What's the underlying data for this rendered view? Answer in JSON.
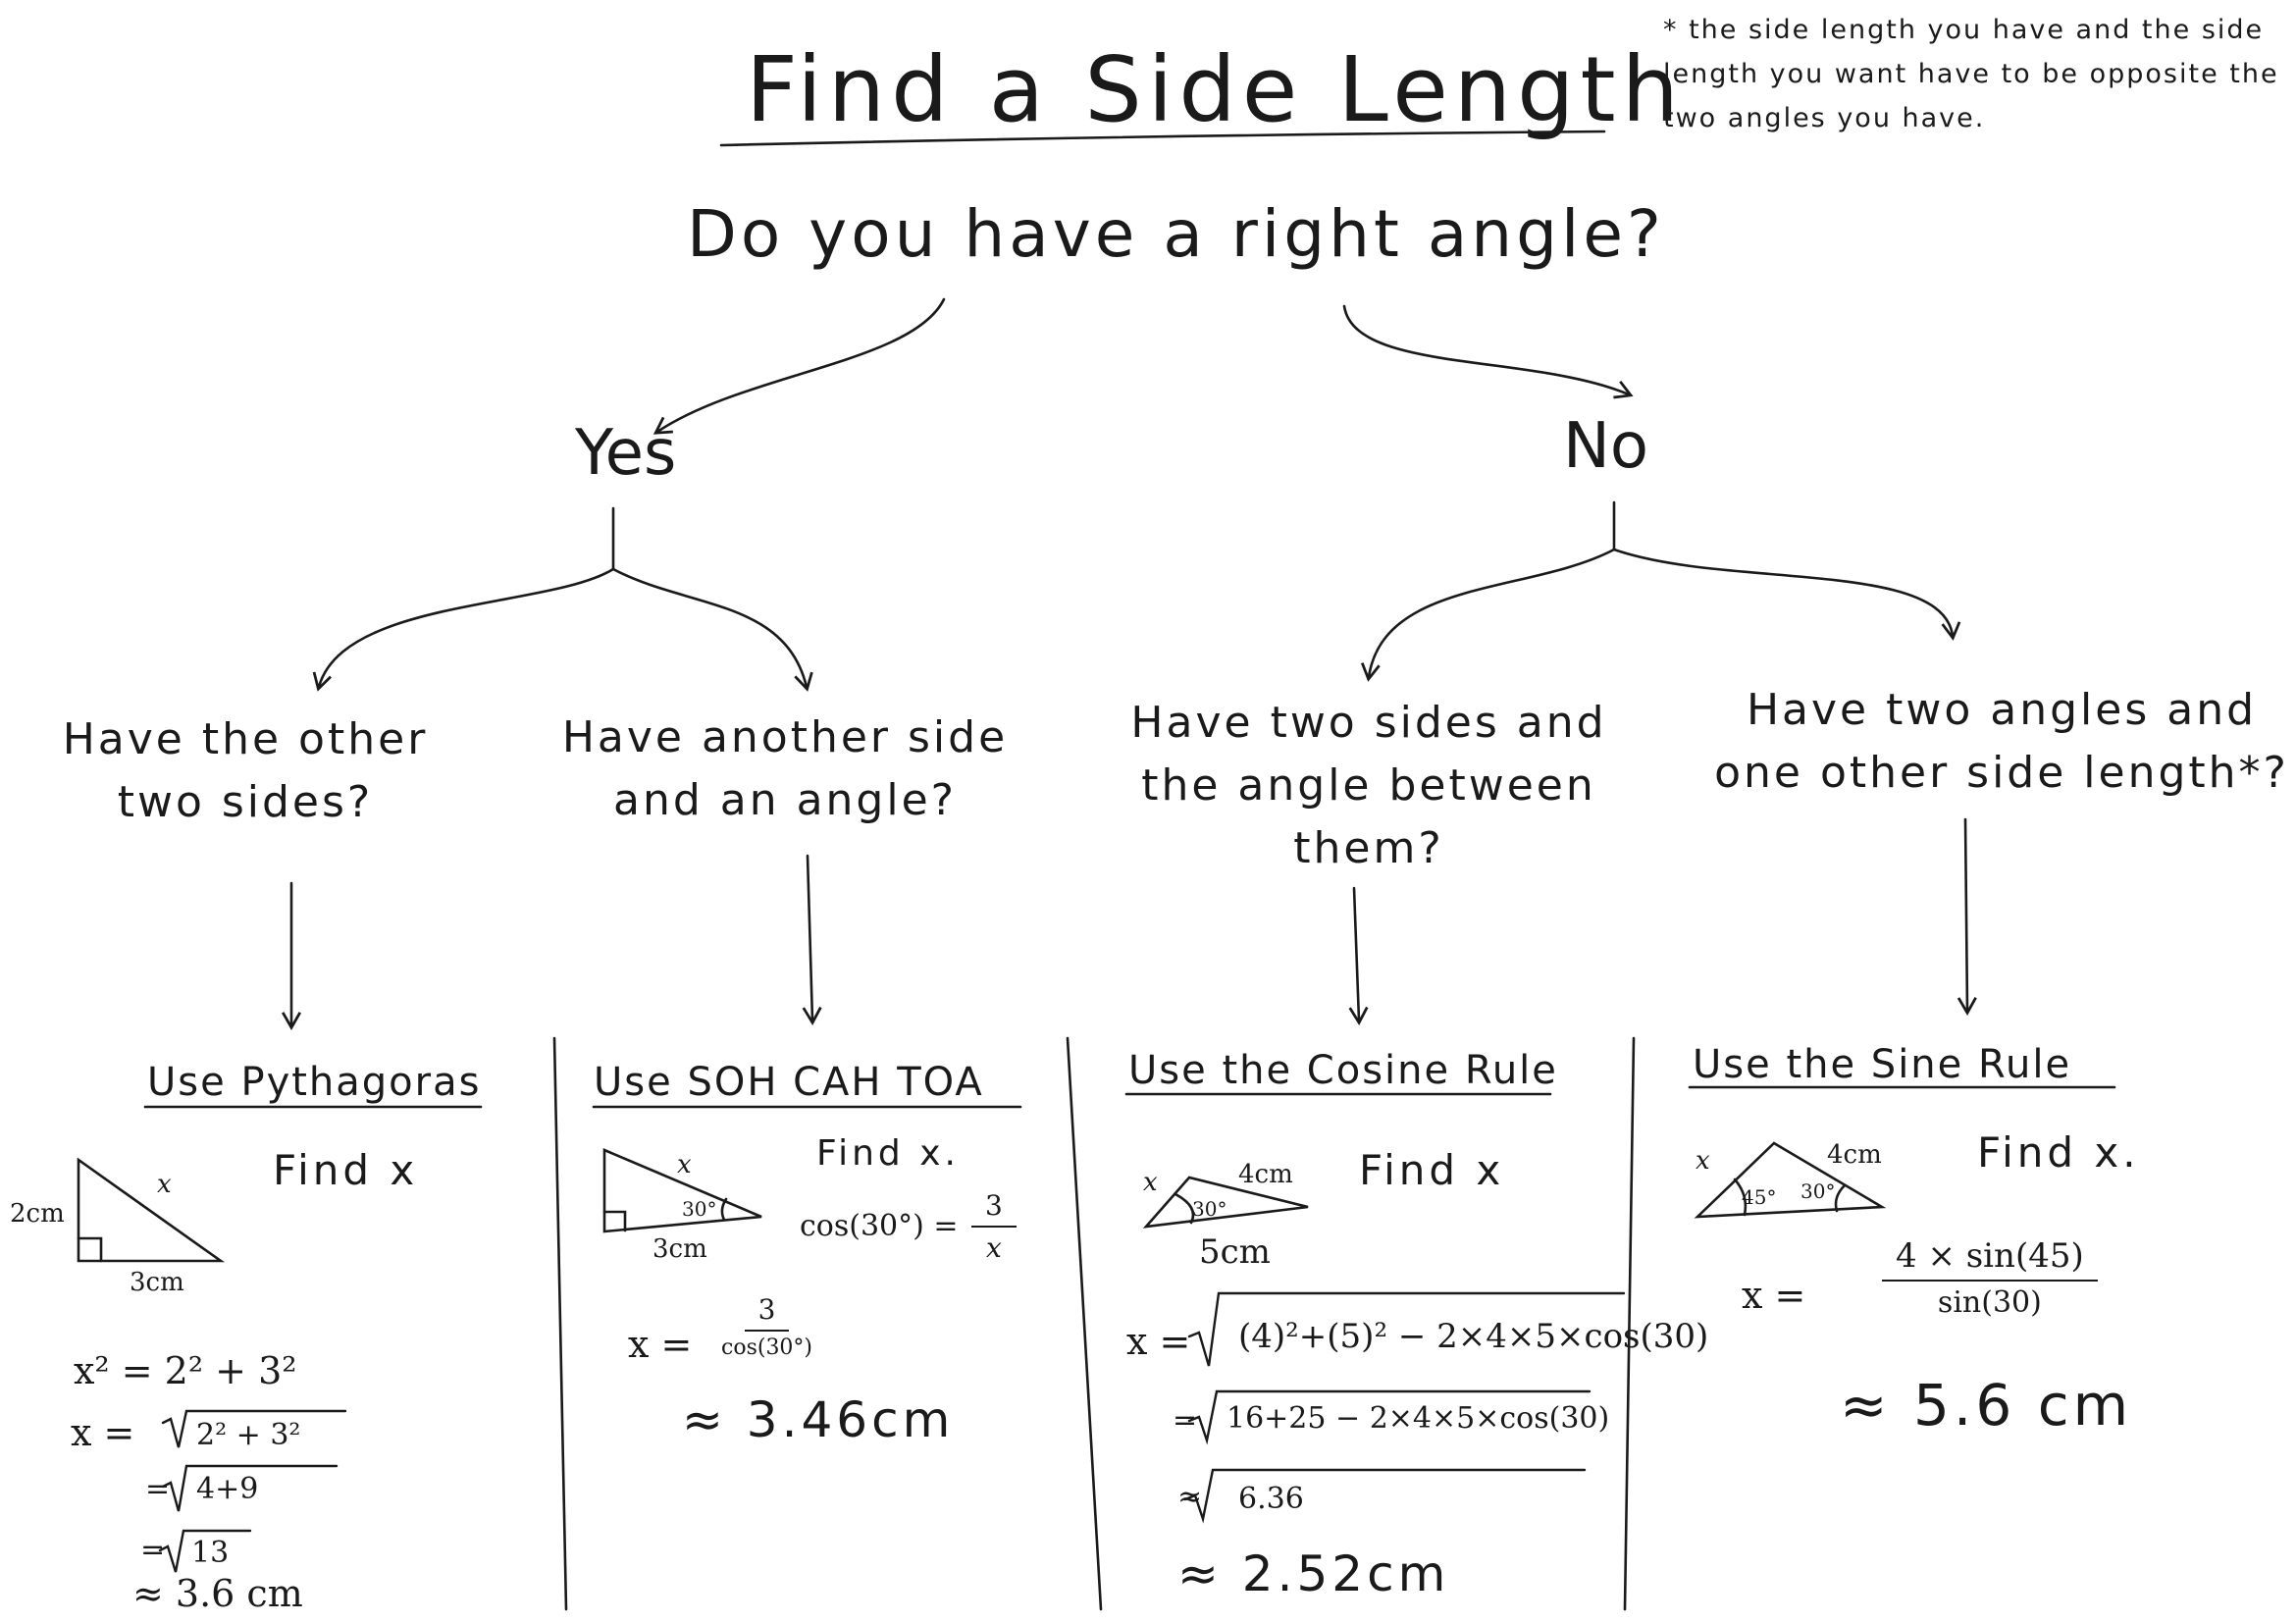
{
  "title": "Find a Side Length",
  "footnote": "* the side length you have and the side length you want have to be opposite the two angles you have.",
  "question": "Do you have a right angle?",
  "answers": {
    "yes": "Yes",
    "no": "No"
  },
  "branches": [
    {
      "condition": "Have the other two sides?",
      "method": "Use Pythagoras",
      "task": "Find x",
      "diagram": {
        "side_a": "2cm",
        "side_b": "3cm",
        "hypotenuse": "x"
      },
      "working": [
        "x² = 2² + 3²",
        "x =",
        "2² + 3²",
        "=",
        "4+9",
        "=",
        "13",
        "≈ 3.6 cm"
      ]
    },
    {
      "condition": "Have another side and an angle?",
      "method": "Use SOH CAH TOA",
      "task": "Find x.",
      "diagram": {
        "side": "3cm",
        "angle": "30°",
        "unknown": "x"
      },
      "equation": {
        "lhs": "cos(30°) =",
        "num": "3",
        "den": "x"
      },
      "working": {
        "lhs": "x =",
        "num": "3",
        "den": "cos(30°)",
        "result": "≈ 3.46cm"
      }
    },
    {
      "condition": "Have two sides and the angle between them?",
      "method": "Use the Cosine Rule",
      "task": "Find x",
      "diagram": {
        "side_a": "4cm",
        "side_b": "5cm",
        "angle": "30°",
        "unknown": "x"
      },
      "working": [
        "x =",
        "(4)²+(5)² − 2×4×5×cos(30)",
        "=",
        "16+25 − 2×4×5×cos(30)",
        "≈",
        "6.36",
        "≈ 2.52cm"
      ]
    },
    {
      "condition": "Have two angles and one other side length*?",
      "method": "Use the Sine Rule",
      "task": "Find x.",
      "diagram": {
        "side": "4cm",
        "angle_a": "45°",
        "angle_b": "30°",
        "unknown": "x"
      },
      "working": {
        "lhs": "x =",
        "num": "4 × sin(45)",
        "den": "sin(30)",
        "result": "≈ 5.6 cm"
      }
    }
  ]
}
